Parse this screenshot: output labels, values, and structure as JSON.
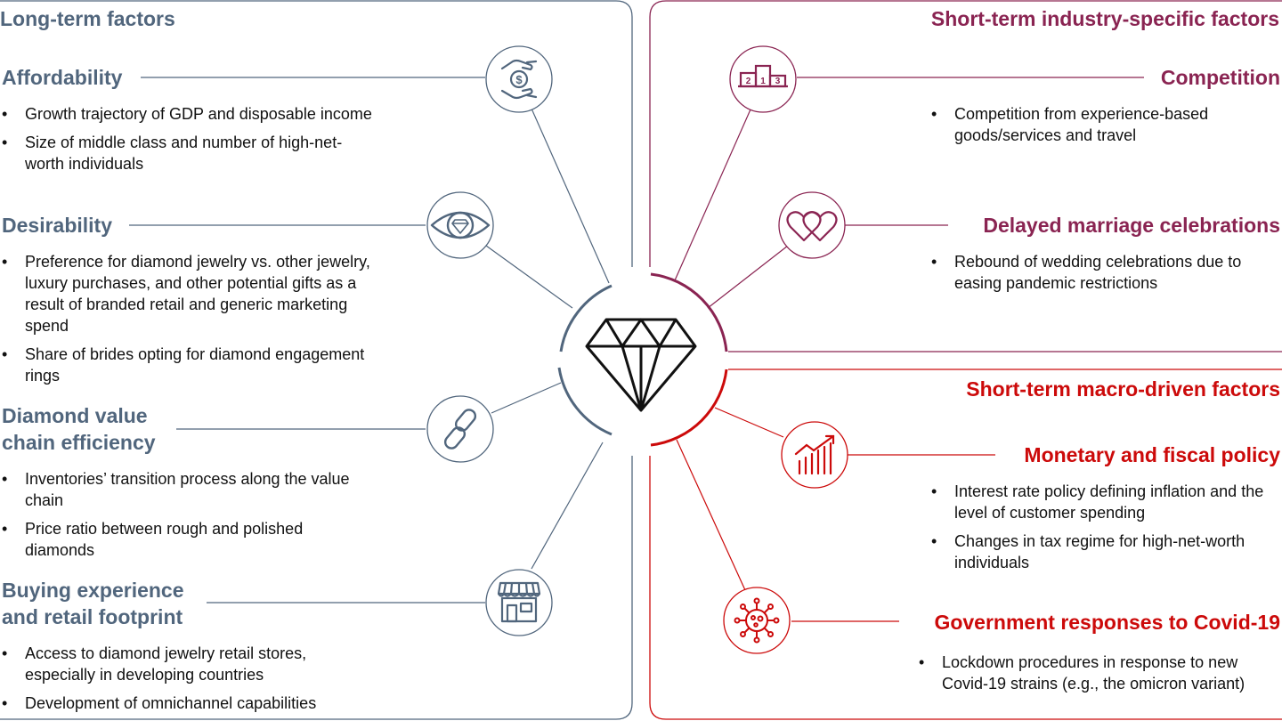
{
  "diagram": {
    "colors": {
      "long_term": "#51667d",
      "short_industry": "#8a2452",
      "short_macro": "#cc0a0a",
      "text": "#111111"
    },
    "center_icon": "diamond-icon",
    "long_term": {
      "title": "Long-term factors",
      "groups": [
        {
          "heading": "Affordability",
          "icon": "hand-coin-icon",
          "bullets": [
            "Growth trajectory of GDP and disposable income",
            "Size of middle class and number of high-net-worth individuals"
          ]
        },
        {
          "heading": "Desirability",
          "icon": "eye-diamond-icon",
          "bullets": [
            "Preference for diamond jewelry vs. other jewelry, luxury purchases, and other potential gifts as a result of branded retail and generic marketing spend",
            "Share of brides opting for diamond engagement rings"
          ]
        },
        {
          "heading": "Diamond value chain efficiency",
          "icon": "chain-link-icon",
          "bullets": [
            "Inventories’ transition process along the value chain",
            "Price ratio between rough and polished diamonds"
          ]
        },
        {
          "heading": "Buying experience and retail footprint",
          "icon": "storefront-icon",
          "bullets": [
            "Access to diamond jewelry retail stores, especially in developing countries",
            "Development of omnichannel capabilities"
          ]
        }
      ]
    },
    "short_industry": {
      "title": "Short-term industry-specific factors",
      "groups": [
        {
          "heading": "Competition",
          "icon": "podium-icon",
          "podium_labels": [
            "2",
            "1",
            "3"
          ],
          "bullets": [
            "Competition from experience-based goods/services and travel"
          ]
        },
        {
          "heading": "Delayed marriage celebrations",
          "icon": "two-hearts-icon",
          "bullets": [
            "Rebound of wedding celebrations due to easing pandemic restrictions"
          ]
        }
      ]
    },
    "short_macro": {
      "title": "Short-term macro-driven factors",
      "groups": [
        {
          "heading": "Monetary and fiscal policy",
          "icon": "growth-chart-icon",
          "bullets": [
            "Interest rate policy defining inflation and the level of customer spending",
            "Changes in tax regime for high-net-worth individuals"
          ]
        },
        {
          "heading": "Government responses to Covid-19",
          "icon": "virus-icon",
          "bullets": [
            "Lockdown procedures in response to new Covid-19 strains (e.g., the omicron variant)"
          ]
        }
      ]
    }
  }
}
